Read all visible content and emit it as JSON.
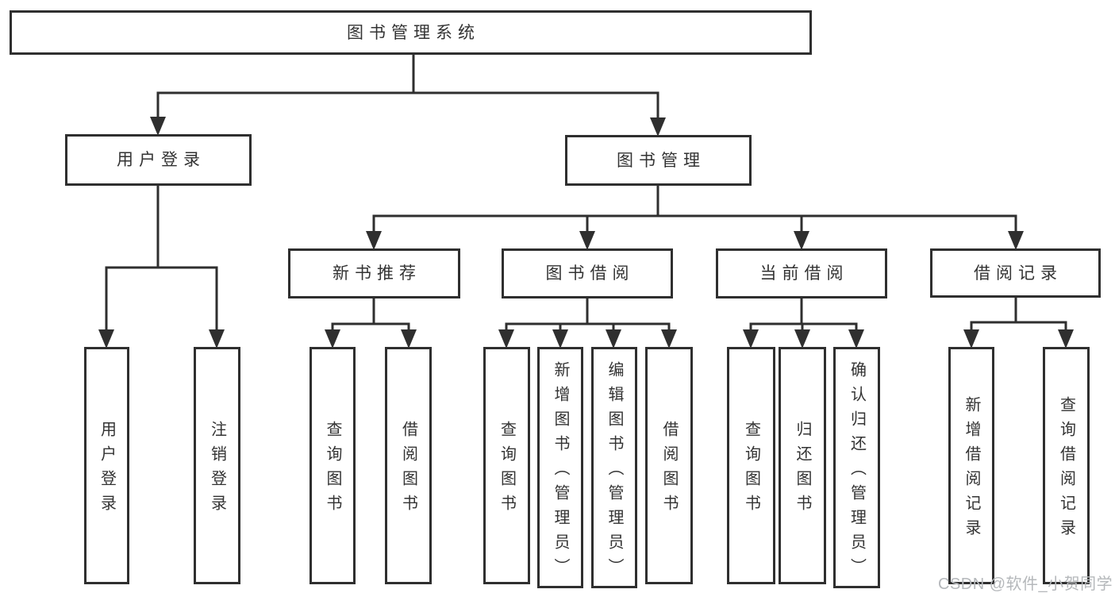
{
  "diagram": {
    "title_node": "图书管理系统",
    "ink_color": "#2f2f2f",
    "text_color": "#333333",
    "nodes": [
      {
        "id": "root",
        "label": "图书管理系统",
        "level": 1
      },
      {
        "id": "user-login",
        "label": "用户登录",
        "level": 2
      },
      {
        "id": "book-mgmt",
        "label": "图书管理",
        "level": 2
      },
      {
        "id": "new-book-rec",
        "label": "新书推荐",
        "level": 3
      },
      {
        "id": "book-borrow",
        "label": "图书借阅",
        "level": 3
      },
      {
        "id": "current-borrow",
        "label": "当前借阅",
        "level": 3
      },
      {
        "id": "borrow-records",
        "label": "借阅记录",
        "level": 3
      },
      {
        "id": "leaf-login",
        "label": "用户登录",
        "level": 4,
        "parent": "用户登录"
      },
      {
        "id": "leaf-logout",
        "label": "注销登录",
        "level": 4,
        "parent": "用户登录"
      },
      {
        "id": "leaf-rec-query",
        "label": "查询图书",
        "level": 4,
        "parent": "新书推荐"
      },
      {
        "id": "leaf-rec-borrow",
        "label": "借阅图书",
        "level": 4,
        "parent": "新书推荐"
      },
      {
        "id": "leaf-bb-query",
        "label": "查询图书",
        "level": 4,
        "parent": "图书借阅"
      },
      {
        "id": "leaf-bb-add",
        "label": "新增图书（管理员）",
        "level": 4,
        "parent": "图书借阅"
      },
      {
        "id": "leaf-bb-edit",
        "label": "编辑图书（管理员）",
        "level": 4,
        "parent": "图书借阅"
      },
      {
        "id": "leaf-bb-borrow",
        "label": "借阅图书",
        "level": 4,
        "parent": "图书借阅"
      },
      {
        "id": "leaf-cb-query",
        "label": "查询图书",
        "level": 4,
        "parent": "当前借阅"
      },
      {
        "id": "leaf-cb-return",
        "label": "归还图书",
        "level": 4,
        "parent": "当前借阅"
      },
      {
        "id": "leaf-cb-confirm",
        "label": "确认归还（管理员）",
        "level": 4,
        "parent": "当前借阅"
      },
      {
        "id": "leaf-br-add",
        "label": "新增借阅记录",
        "level": 4,
        "parent": "借阅记录"
      },
      {
        "id": "leaf-br-query",
        "label": "查询借阅记录",
        "level": 4,
        "parent": "借阅记录"
      }
    ]
  },
  "watermark": {
    "text": "CSDN @软件_小贺同学",
    "color": "#b5b8bb"
  }
}
